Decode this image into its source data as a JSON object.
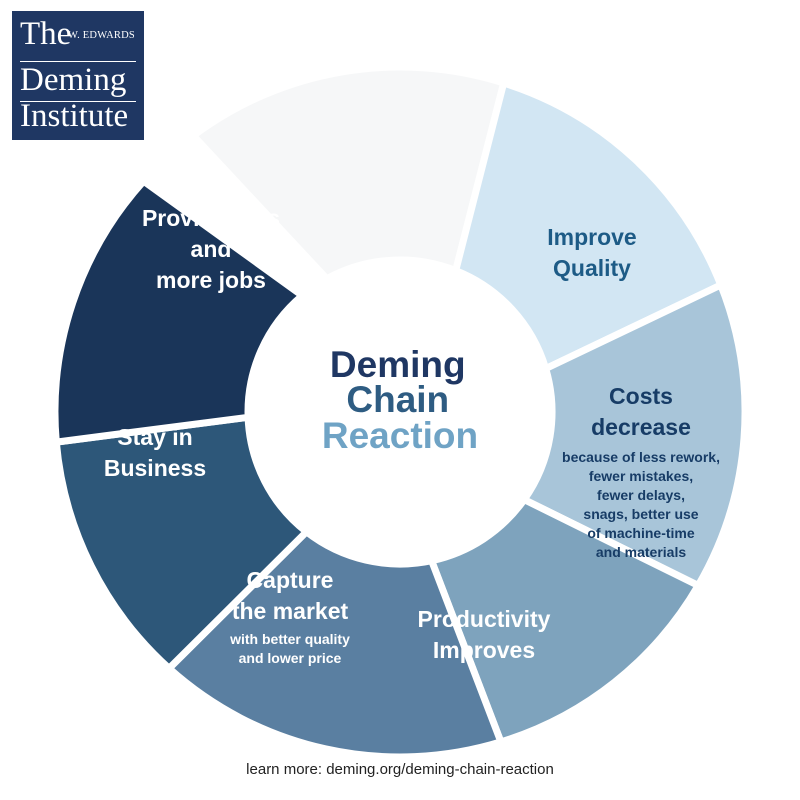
{
  "logo": {
    "the": "The",
    "w_edwards": "W. EDWARDS",
    "deming": "Deming",
    "institute": "Institute"
  },
  "center": {
    "line1": "Deming",
    "line2": "Chain",
    "line3": "Reaction",
    "colors": [
      "#1f3763",
      "#2e5c82",
      "#6fa3c5"
    ]
  },
  "segments": [
    {
      "id": "top-blank",
      "title": [],
      "sub": [],
      "fill": "#f6f7f8",
      "text_color": "#ffffff"
    },
    {
      "id": "improve-quality",
      "title": [
        "Improve",
        "Quality"
      ],
      "sub": [],
      "fill": "#d2e6f3",
      "text_color": "#1d5b86"
    },
    {
      "id": "costs-decrease",
      "title": [
        "Costs",
        "decrease"
      ],
      "sub": [
        "because of less rework,",
        "fewer mistakes,",
        "fewer delays,",
        "snags, better use",
        "of machine-time",
        "and materials"
      ],
      "fill": "#a8c5d9",
      "text_color": "#173c66"
    },
    {
      "id": "productivity-improves",
      "title": [
        "Productivity",
        "Improves"
      ],
      "sub": [],
      "fill": "#7ea3bd",
      "text_color": "#ffffff"
    },
    {
      "id": "capture-the-market",
      "title": [
        "Capture",
        "the market"
      ],
      "sub": [
        "with better quality",
        "and lower price"
      ],
      "fill": "#5a7fa1",
      "text_color": "#ffffff"
    },
    {
      "id": "stay-in-business",
      "title": [
        "Stay in",
        "Business"
      ],
      "sub": [],
      "fill": "#2d5779",
      "text_color": "#ffffff"
    },
    {
      "id": "provide-jobs",
      "title": [
        "Provide jobs",
        "and",
        "more jobs"
      ],
      "sub": [],
      "fill": "#1a3559",
      "text_color": "#ffffff"
    }
  ],
  "footer": "learn more: deming.org/deming-chain-reaction"
}
